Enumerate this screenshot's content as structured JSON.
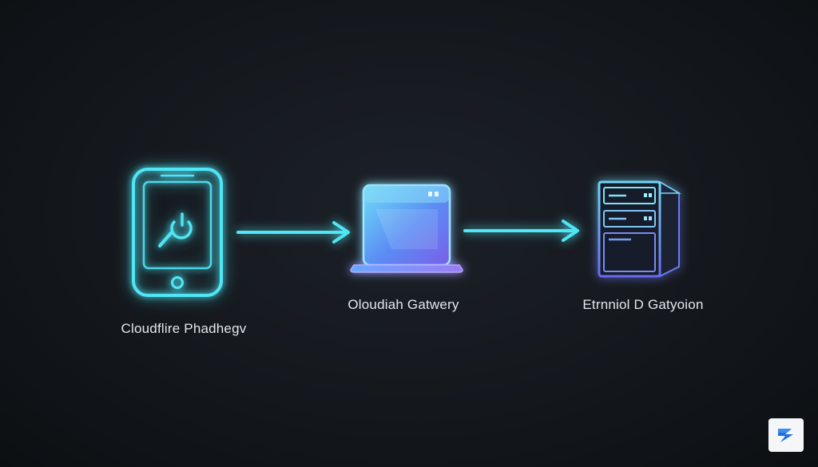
{
  "nodes": {
    "phone": {
      "label": "Cloudflire Phadhegv"
    },
    "gateway": {
      "label": "Oloudiah Gatwery"
    },
    "server": {
      "label": "Etrnniol D Gatyoion"
    }
  },
  "icons": {
    "phone": "smartphone-icon",
    "gateway": "laptop-icon",
    "server": "server-tower-icon",
    "badge": "zap-logo-icon"
  },
  "colors": {
    "background": "#14181d",
    "glow_cyan": "#4fe6f5",
    "glow_blue": "#5a7cff",
    "glow_violet": "#8a6cf0",
    "label_text": "#e4e7ea",
    "badge_bg": "#f4f6f8",
    "badge_blue": "#1e6fe0"
  }
}
